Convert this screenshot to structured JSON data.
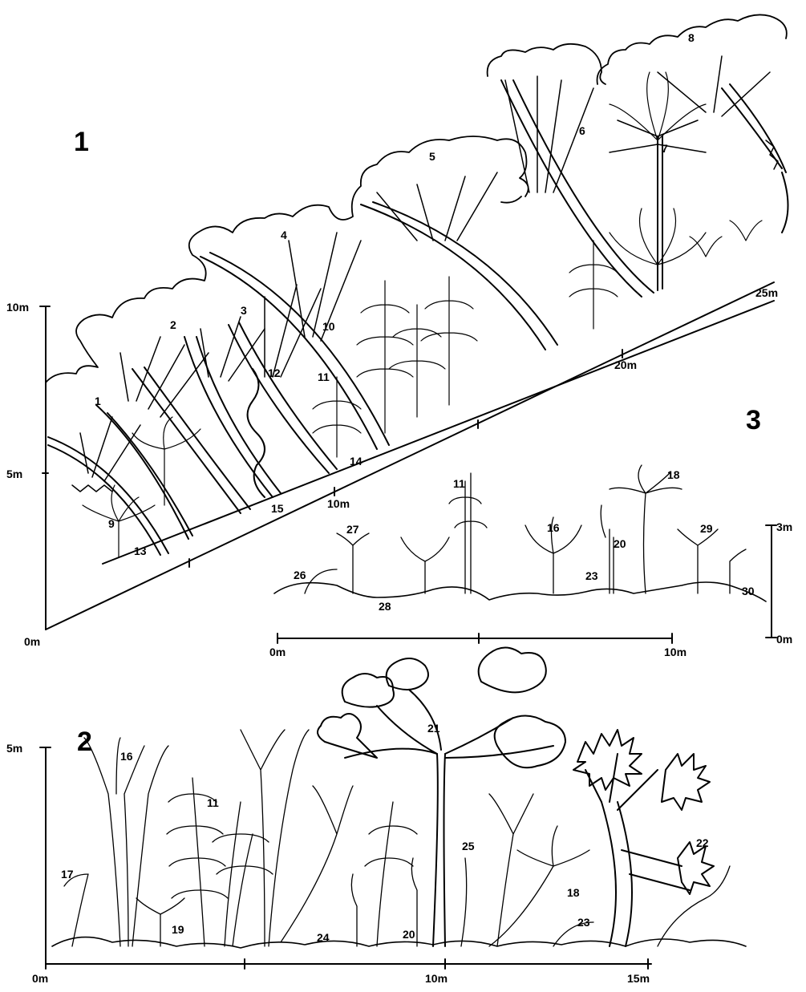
{
  "panels": {
    "p1": {
      "label": "1",
      "y_axis": {
        "top": "10m",
        "mid": "5m",
        "bottom": "0m"
      },
      "slope_ticks": [
        "10m",
        "20m",
        "25m"
      ],
      "species": [
        "1",
        "2",
        "3",
        "4",
        "5",
        "6",
        "7",
        "8",
        "9",
        "10",
        "11",
        "12",
        "13",
        "14",
        "15"
      ]
    },
    "p2": {
      "label": "2",
      "y_axis": {
        "top": "5m"
      },
      "x_axis": [
        "0m",
        "10m",
        "15m"
      ],
      "species": [
        "16",
        "11",
        "17",
        "19",
        "24",
        "20",
        "21",
        "25",
        "18",
        "23",
        "22"
      ]
    },
    "p3": {
      "label": "3",
      "y_axis": {
        "top": "3m",
        "bottom": "0m"
      },
      "x_axis": [
        "0m",
        "10m"
      ],
      "species": [
        "11",
        "18",
        "16",
        "20",
        "23",
        "26",
        "27",
        "28",
        "29",
        "30"
      ]
    }
  }
}
